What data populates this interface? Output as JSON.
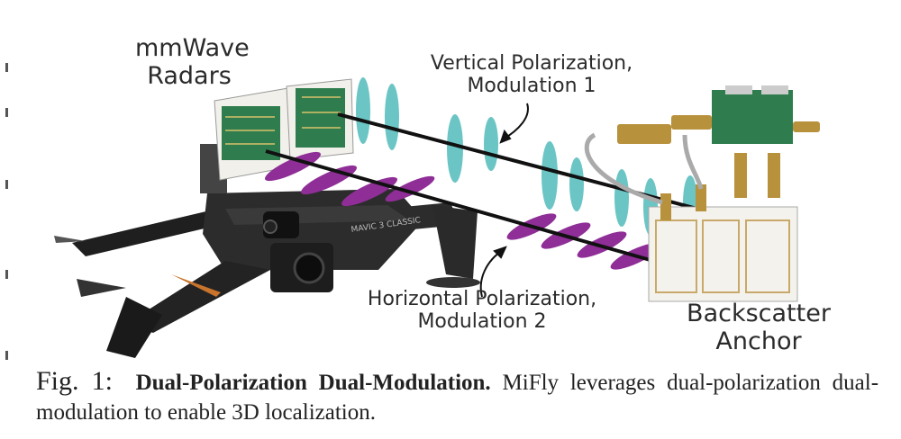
{
  "labels": {
    "radars_line1": "mmWave",
    "radars_line2": "Radars",
    "vertical_line1": "Vertical Polarization,",
    "vertical_line2": "Modulation 1",
    "horizontal_line1": "Horizontal Polarization,",
    "horizontal_line2": "Modulation 2",
    "anchor_line1": "Backscatter",
    "anchor_line2": "Anchor",
    "drone_model_text": "MAVIC 3 CLASSIC"
  },
  "caption": {
    "fig_label": "Fig. 1:",
    "title": "Dual-Polarization Dual-Modulation.",
    "body": "MiFly leverages dual-polarization dual-modulation to enable 3D localization."
  },
  "colors": {
    "vertical_wave": "#6cc5c5",
    "horizontal_wave": "#8e2e96",
    "pcb_green": "#2f7d4e",
    "board_white": "#f2f0ea",
    "drone_dark": "#2c2c2c",
    "gold": "#b8913c"
  }
}
